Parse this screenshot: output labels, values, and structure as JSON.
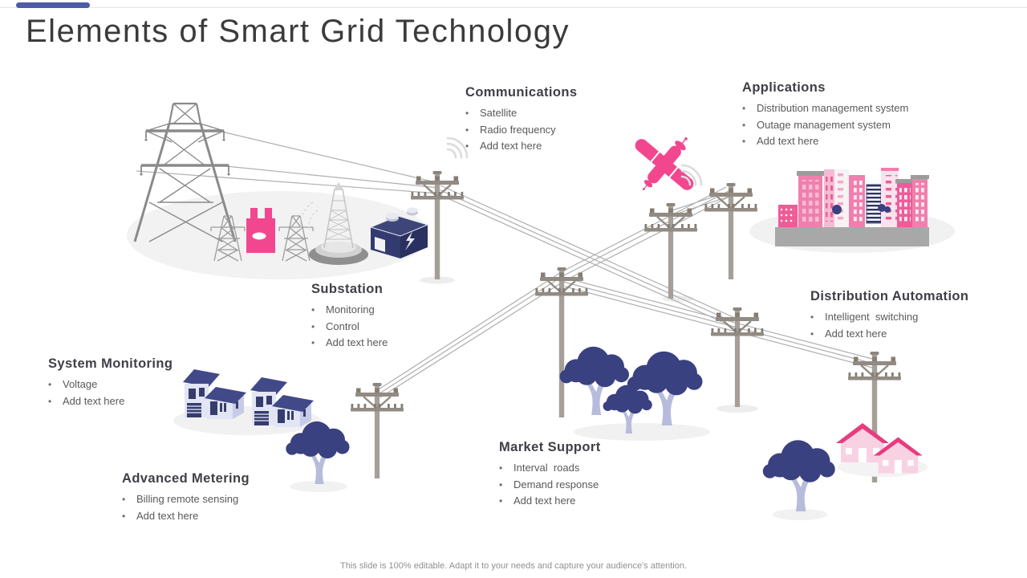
{
  "slide": {
    "title": "Elements of Smart Grid Technology",
    "footer": "This slide is 100% editable. Adapt it to your needs and capture your audience's attention."
  },
  "sections": {
    "communications": {
      "title": "Communications",
      "bullets": [
        "Satellite",
        "Radio frequency",
        "Add text here"
      ]
    },
    "applications": {
      "title": "Applications",
      "bullets": [
        "Distribution management system",
        "Outage management system",
        "Add text here"
      ]
    },
    "substation": {
      "title": "Substation",
      "bullets": [
        "Monitoring",
        "Control",
        "Add text here"
      ]
    },
    "distribution_automation": {
      "title": "Distribution Automation",
      "bullets": [
        "Intelligent  switching",
        "Add text here"
      ]
    },
    "system_monitoring": {
      "title": "System Monitoring",
      "bullets": [
        "Voltage",
        "Add text here"
      ]
    },
    "market_support": {
      "title": "Market Support",
      "bullets": [
        "Interval  roads",
        "Demand response",
        "Add text here"
      ]
    },
    "advanced_metering": {
      "title": "Advanced Metering",
      "bullets": [
        "Billing remote sensing",
        "Add text here"
      ]
    }
  },
  "bullet_glyph": "•",
  "colors": {
    "accent": "#4D5CA6",
    "pink": "#F2478F",
    "deep_pink": "#E73C80",
    "navy": "#333A70",
    "tree_navy": "#3A4180",
    "lavender": "#B7BCDC",
    "pole_gray": "#A59F98",
    "wire_gray": "#AFAFAF",
    "heading_text": "#3F3F46",
    "body_text": "#595959",
    "footer_text": "#909090"
  },
  "icons": {
    "transmission-tower-icon": "large lattice pylon",
    "mini-pylon-icon": "small lattice tower",
    "transformer-icon": "pink transformer unit",
    "telecom-tower-icon": "conical antenna tower on round base",
    "battery-icon": "navy power box with lightning bolt",
    "utility-pole-icon": "pole with two crossarms and insulators",
    "power-wires": "thin gray distribution lines",
    "wifi-signal-icon": "three concentric signal arcs",
    "satellite-icon": "pink satellite with solar wings and dishes",
    "city-buildings-icon": "pink apartment blocks on gray road",
    "suburb-house-icon": "lavender two-story houses",
    "pink-house-icon": "pink cottages",
    "tree-icon": "navy canopy tree with lavender trunk"
  }
}
